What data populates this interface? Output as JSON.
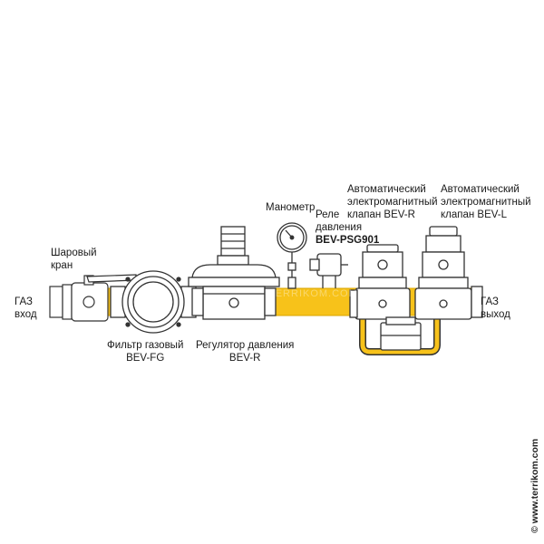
{
  "gas_inlet": {
    "line1": "ГАЗ",
    "line2": "вход"
  },
  "gas_outlet": {
    "line1": "ГАЗ",
    "line2": "выход"
  },
  "ball_valve": {
    "line1": "Шаровый",
    "line2": "кран"
  },
  "gas_filter": {
    "line1": "Фильтр газовый",
    "line2": "BEV-FG"
  },
  "pressure_regulator": {
    "line1": "Регулятор давления",
    "line2": "BEV-R"
  },
  "manometer": {
    "label": "Манометр"
  },
  "pressure_relay": {
    "line1": "Реле",
    "line2": "давления",
    "line3": "BEV-PSG901"
  },
  "solenoid_valve_r": {
    "line1": "Автоматический",
    "line2": "электромагнитный",
    "line3": "клапан BEV-R"
  },
  "solenoid_valve_l": {
    "line1": "Автоматический",
    "line2": "электромагнитный",
    "line3": "клапан BEV-L"
  },
  "copyright": "© www.terrikom.com",
  "watermark": "TERRIKOM.COM",
  "colors": {
    "pipe": "#f7c21a",
    "pipe_edge": "#d9a400",
    "outline": "#333333",
    "fill": "#ffffff"
  }
}
